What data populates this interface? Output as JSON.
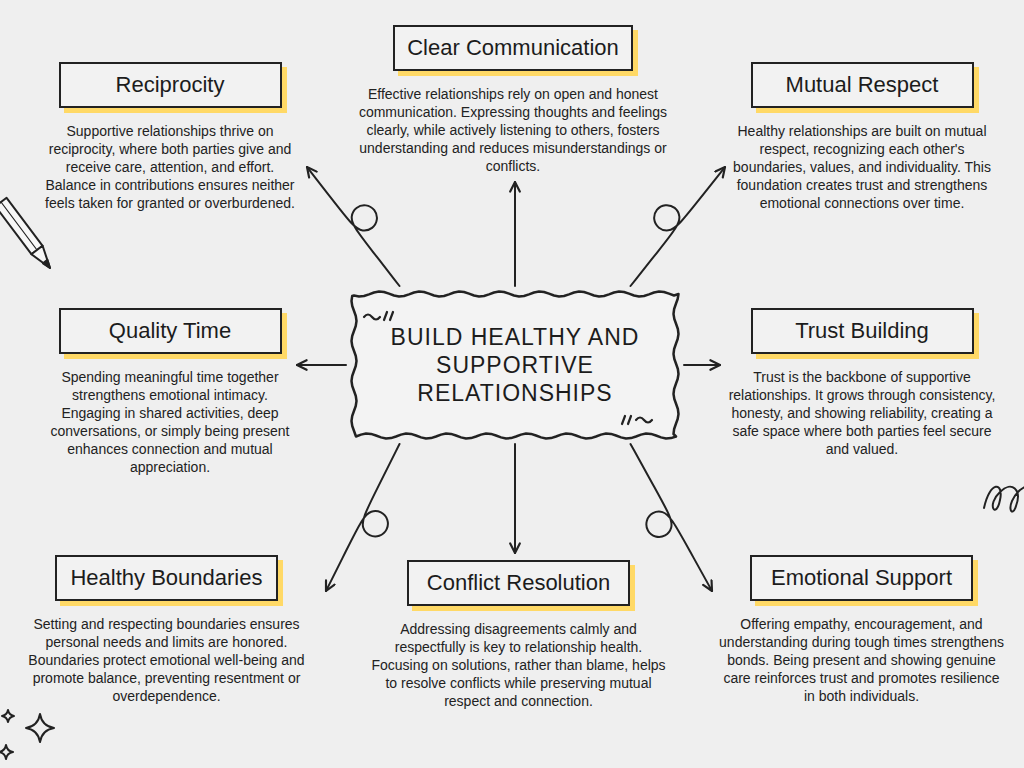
{
  "diagram": {
    "nodes": [
      {
        "text": [
          "Reciprocity",
          "Supportive relationships thrive on reciprocity, where both parties give and receive care, attention, and effort. Balance in contributions ensures neither feels taken for granted or overburdened."
        ]
      },
      {
        "text": [
          "Clear Communication",
          "Effective relationships rely on open and honest communication. Expressing thoughts and feelings clearly, while actively listening to others, fosters understanding and reduces misunderstandings or conflicts."
        ]
      },
      {
        "text": [
          "Mutual Respect",
          "Healthy relationships are built on mutual respect, recognizing each other's boundaries, values, and individuality. This foundation creates trust and strengthens emotional connections over time."
        ]
      },
      {
        "text": [
          "Quality Time",
          "Spending meaningful time together strengthens emotional intimacy. Engaging in shared activities, deep conversations, or simply being present enhances connection and mutual appreciation."
        ]
      },
      {
        "text": [
          "BUILD HEALTHY AND SUPPORTIVE RELATIONSHIPS"
        ]
      },
      {
        "text": [
          "Trust Building",
          "Trust is the backbone of supportive relationships. It grows through consistency, honesty, and showing reliability, creating a safe space where both parties feel secure and valued."
        ]
      },
      {
        "text": [
          "Healthy Boundaries",
          "Setting and respecting boundaries ensures personal needs and limits are honored. Boundaries protect emotional well-being and promote balance, preventing resentment or overdependence."
        ]
      },
      {
        "text": [
          "Conflict Resolution",
          "Addressing disagreements calmly and respectfully is key to relationship health. Focusing on solutions, rather than blame, helps to resolve conflicts while preserving mutual respect and connection."
        ]
      },
      {
        "text": [
          "Emotional Support",
          "Offering empathy, encouragement, and understanding during tough times strengthens bonds. Being present and showing genuine care reinforces trust and promotes resilience in both individuals."
        ]
      }
    ],
    "edges": [
      {
        "from": 4,
        "to": 0,
        "arrow": "to"
      },
      {
        "from": 4,
        "to": 1,
        "arrow": "to"
      },
      {
        "from": 4,
        "to": 2,
        "arrow": "to"
      },
      {
        "from": 4,
        "to": 3,
        "arrow": "to"
      },
      {
        "from": 4,
        "to": 5,
        "arrow": "to"
      },
      {
        "from": 4,
        "to": 6,
        "arrow": "to"
      },
      {
        "from": 4,
        "to": 7,
        "arrow": "to"
      },
      {
        "from": 4,
        "to": 8,
        "arrow": "to"
      }
    ]
  }
}
